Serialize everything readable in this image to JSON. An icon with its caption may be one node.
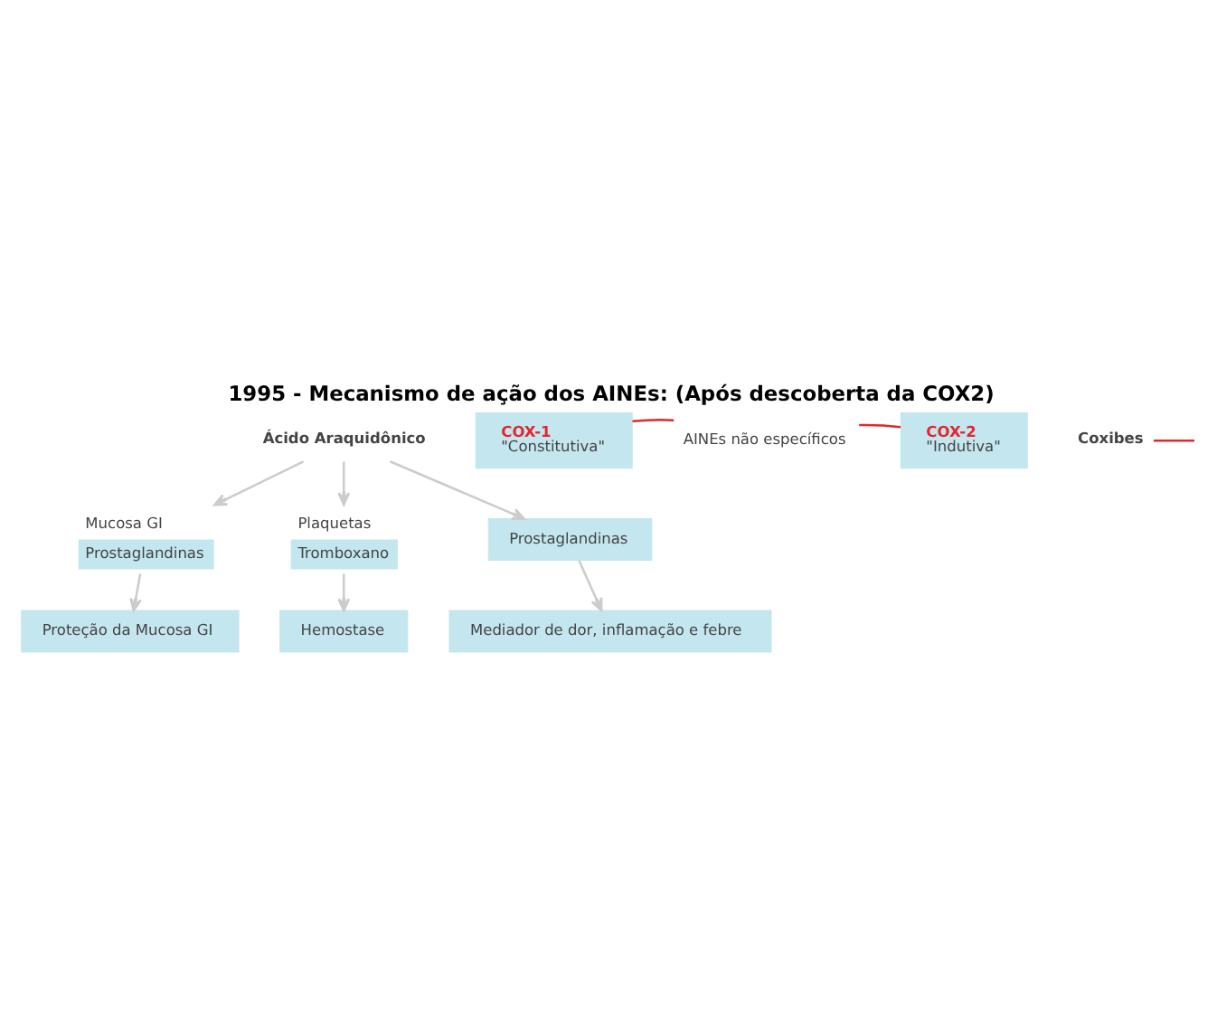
{
  "diagram": {
    "title": "1995 - Mecanismo de ação dos AINEs: (Após descoberta da COX2)",
    "nodes": [
      {
        "text": [
          "Ácido Araquidônico"
        ]
      },
      {
        "text": [
          "COX-1",
          "\"Constitutiva\""
        ]
      },
      {
        "text": [
          "AINEs não específicos"
        ]
      },
      {
        "text": [
          "COX-2",
          "\"Indutiva\""
        ]
      },
      {
        "text": [
          "Coxibes"
        ]
      },
      {
        "text": [
          "Mucosa GI",
          "Prostaglandinas"
        ]
      },
      {
        "text": [
          "Plaquetas",
          "Tromboxano"
        ]
      },
      {
        "text": [
          "Prostaglandinas"
        ]
      },
      {
        "text": [
          "Proteção da Mucosa GI"
        ]
      },
      {
        "text": [
          "Hemostase"
        ]
      },
      {
        "text": [
          "Mediador de dor, inflamação e febre"
        ]
      }
    ],
    "edges": [
      {
        "from": 2,
        "to": 1,
        "arrow": "none",
        "color": "#e0282e"
      },
      {
        "from": 2,
        "to": 3,
        "arrow": "none",
        "color": "#e0282e"
      },
      {
        "from": 4,
        "to": null,
        "arrow": "none",
        "color": "#e0282e"
      },
      {
        "from": 0,
        "to": 5,
        "arrow": "to"
      },
      {
        "from": 0,
        "to": 6,
        "arrow": "to"
      },
      {
        "from": 0,
        "to": 7,
        "arrow": "to"
      },
      {
        "from": 5,
        "to": 8,
        "arrow": "to"
      },
      {
        "from": 6,
        "to": 9,
        "arrow": "to"
      },
      {
        "from": 7,
        "to": 10,
        "arrow": "to"
      }
    ]
  }
}
